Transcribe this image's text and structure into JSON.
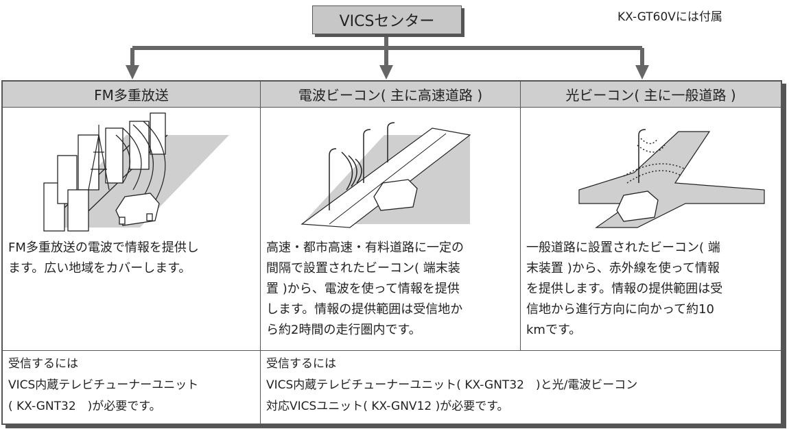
{
  "center": {
    "label": "VICSセンター"
  },
  "note": "KX-GT60Vには付属",
  "columns": [
    {
      "title": "FM多重放送",
      "description": "FM多重放送の電波で情報を提供し\nます。広い地域をカバーします。",
      "requirement": "受信するには\nVICS内蔵テレビチューナーユニット\n( KX-GNT32　)が必要です。",
      "illustration_icon": "fm-broadcast-tower-city-car"
    },
    {
      "title": "電波ビーコン( 主に高速道路 )",
      "description": "高速・都市高速・有料道路に一定の\n間隔で設置されたビーコン( 端末装\n置 )から、電波を使って情報を提供\nします。情報の提供範囲は受信地か\nら約2時間の走行圏内です。",
      "requirement": "受信するには\nVICS内蔵テレビチューナーユニット( KX-GNT32　)と光/電波ビーコン\n対応VICSユニット( KX-GNV12 )が必要です。",
      "illustration_icon": "radio-beacon-highway-car"
    },
    {
      "title": "光ビーコン( 主に一般道路 )",
      "description": "一般道路に設置されたビーコン( 端\n末装置 )から、赤外線を使って情報\nを提供します。情報の提供範囲は受\n信地から進行方向に向かって約10\nkmです。",
      "illustration_icon": "optical-beacon-intersection-car"
    }
  ],
  "colors": {
    "header_bg": "#cfcfcf",
    "border": "#555555",
    "connector": "#666666"
  }
}
